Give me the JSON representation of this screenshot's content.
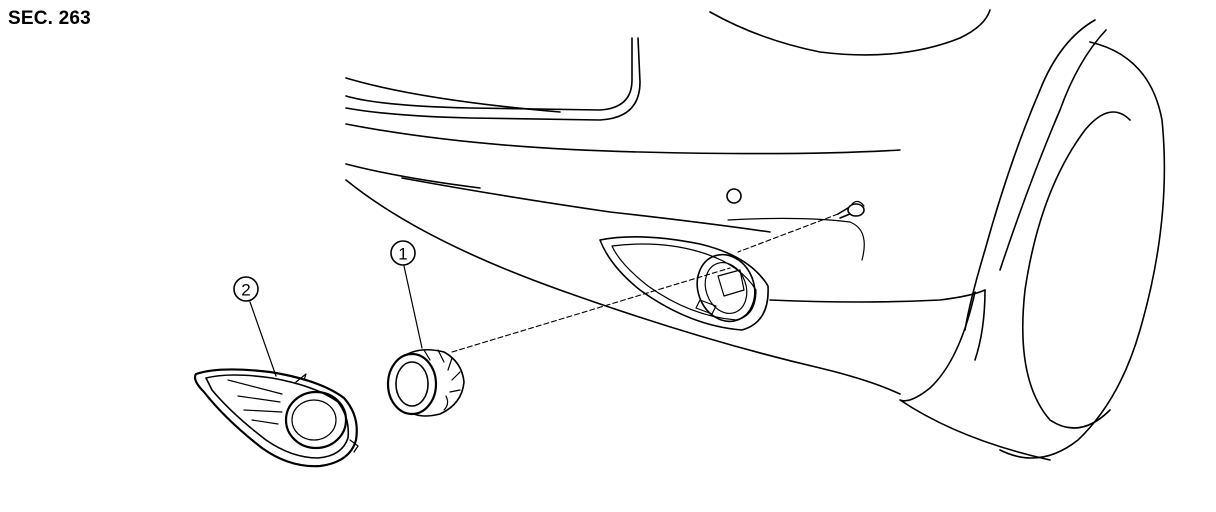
{
  "section": "SEC. 263",
  "callouts": [
    {
      "number": "1"
    },
    {
      "number": "2"
    }
  ]
}
